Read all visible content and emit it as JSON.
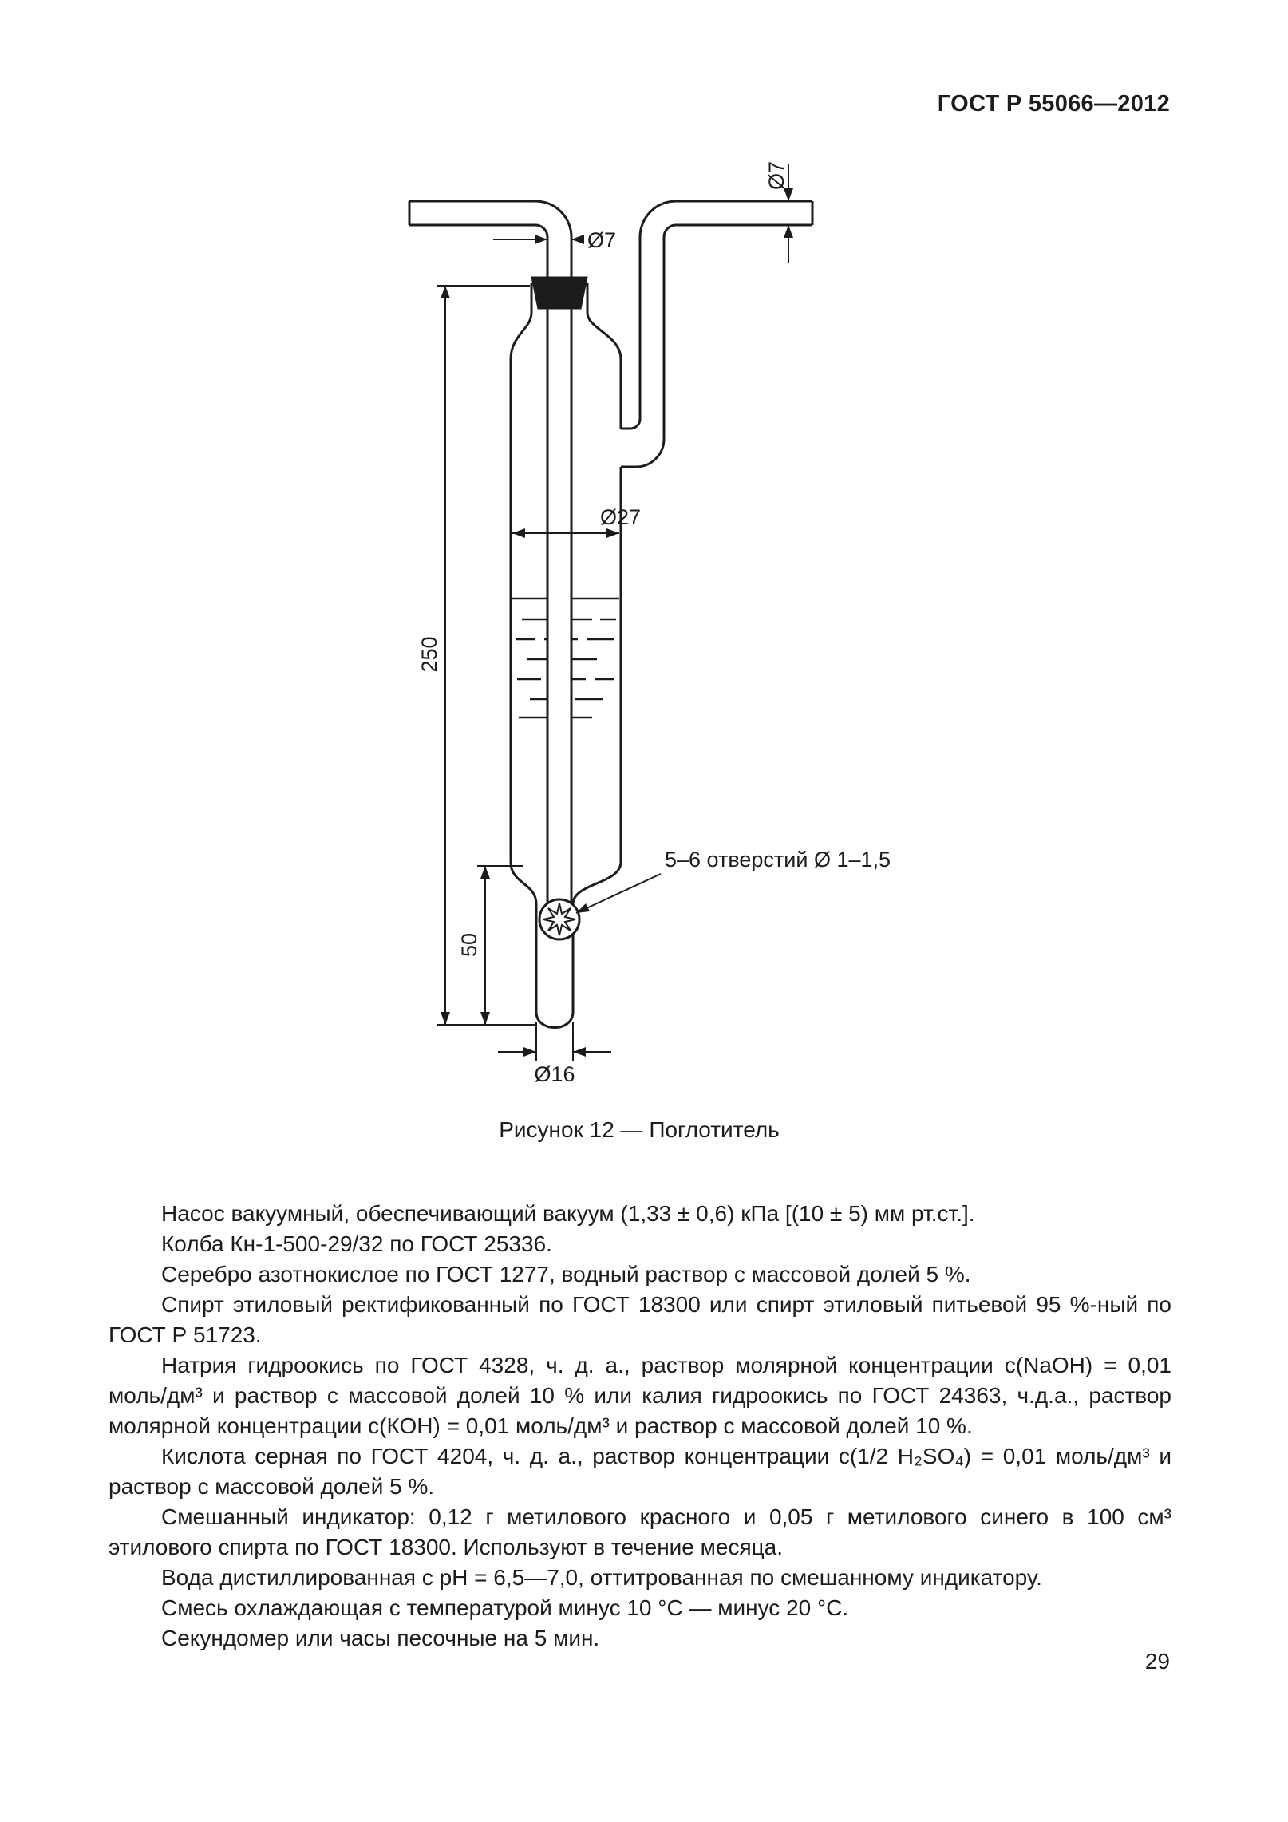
{
  "header": {
    "title": "ГОСТ Р 55066—2012"
  },
  "figure": {
    "caption": "Рисунок 12 — Поглотитель",
    "labels": {
      "inlet_diameter": "Ø7",
      "outlet_diameter": "Ø7",
      "vessel_diameter": "Ø27",
      "vessel_height": "250",
      "lower_height": "50",
      "bottom_diameter": "Ø16",
      "holes_note": "5–6 отверстий Ø 1–1,5"
    }
  },
  "paragraphs": [
    "Насос вакуумный, обеспечивающий вакуум (1,33 ± 0,6) кПа [(10 ± 5) мм рт.ст.].",
    "Колба Кн-1-500-29/32 по ГОСТ 25336.",
    "Серебро азотнокислое по ГОСТ 1277, водный раствор с массовой долей 5 %.",
    "Спирт этиловый ректификованный по ГОСТ 18300 или спирт этиловый питьевой 95 %-ный по ГОСТ Р 51723.",
    "Натрия гидроокись по ГОСТ 4328, ч. д. а., раствор молярной концентрации c(NaOH) = 0,01 моль/дм³ и раствор с массовой долей 10 % или калия гидроокись по ГОСТ 24363, ч.д.а., раствор молярной концентрации c(КОН) = 0,01 моль/дм³ и раствор с массовой долей 10 %.",
    "Кислота серная по ГОСТ 4204, ч. д. а., раствор концентрации c(1/2 H₂SO₄) = 0,01 моль/дм³ и раствор с массовой долей 5 %.",
    "Смешанный индикатор: 0,12 г метилового красного и 0,05 г метилового синего в 100 см³ этилового спирта по ГОСТ 18300. Используют в течение месяца.",
    "Вода дистиллированная с pH = 6,5—7,0, оттитрованная по смешанному индикатору.",
    "Смесь охлаждающая с температурой минус 10 °С — минус 20 °С.",
    "Секундомер или часы песочные на 5 мин."
  ],
  "page_number": "29"
}
